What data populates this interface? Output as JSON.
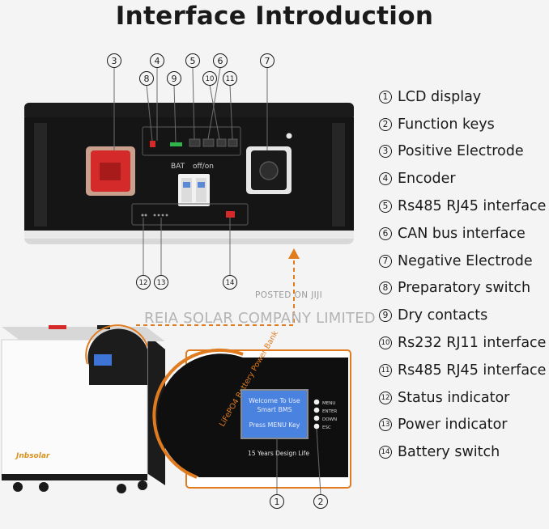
{
  "title": "Interface Introduction",
  "legend": [
    {
      "num": "1",
      "label": "LCD display"
    },
    {
      "num": "2",
      "label": "Function keys"
    },
    {
      "num": "3",
      "label": "Positive Electrode"
    },
    {
      "num": "4",
      "label": "Encoder"
    },
    {
      "num": "5",
      "label": "Rs485 RJ45 interface"
    },
    {
      "num": "6",
      "label": "CAN bus  interface"
    },
    {
      "num": "7",
      "label": "Negative Electrode"
    },
    {
      "num": "8",
      "label": "Preparatory switch"
    },
    {
      "num": "9",
      "label": "Dry contacts"
    },
    {
      "num": "10",
      "label": "Rs232 RJ11 interface"
    },
    {
      "num": "11",
      "label": "Rs485 RJ45 interface"
    },
    {
      "num": "12",
      "label": "Status indicator"
    },
    {
      "num": "13",
      "label": "Power indicator"
    },
    {
      "num": "14",
      "label": "Battery switch"
    }
  ],
  "callouts": {
    "c1": "1",
    "c2": "2",
    "c3": "3",
    "c4": "4",
    "c5": "5",
    "c6": "6",
    "c7": "7",
    "c8": "8",
    "c9": "9",
    "c10": "10",
    "c11": "11",
    "c12": "12",
    "c13": "13",
    "c14": "14"
  },
  "panel": {
    "bat_label": "BAT",
    "off_on_label": "off/on"
  },
  "lcd_device": {
    "vertical_text": "LiFePO4 Battery Power Bank",
    "screen_line1": "Welcome To Use",
    "screen_line2": "Smart BMS",
    "screen_line3": "Press MENU Key",
    "design_life": "15  Years  Design  Life",
    "keys": [
      "MENU",
      "ENTER",
      "DOWN",
      "ESC"
    ]
  },
  "brand": "Jnbsolar",
  "watermark": {
    "posted": "POSTED ON JIJI",
    "company": "REIA SOLAR COMPANY LIMITED"
  },
  "colors": {
    "accent_orange": "#e07b1f",
    "positive_red": "#d42a2a",
    "panel_black": "#151515",
    "lcd_blue": "#2f63c8"
  }
}
